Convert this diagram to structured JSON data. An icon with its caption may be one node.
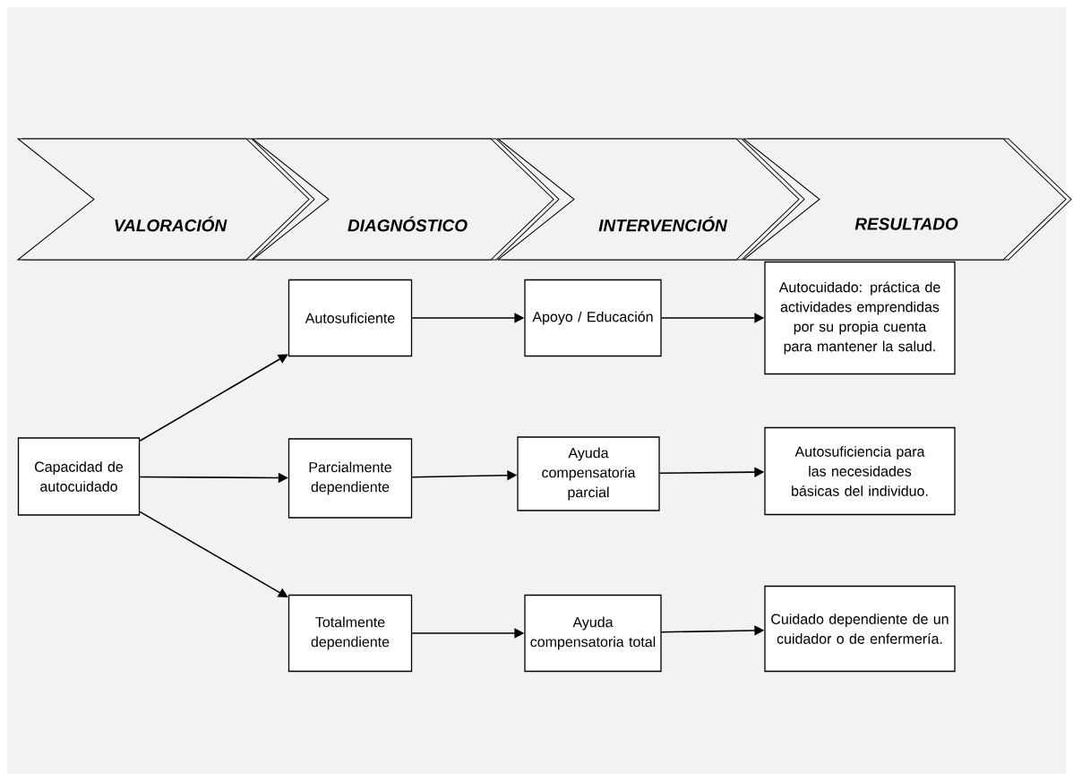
{
  "diagram": {
    "nodes": [
      {
        "text": [
          "VALORACIÓN"
        ]
      },
      {
        "text": [
          "DIAGNÓSTICO"
        ]
      },
      {
        "text": [
          "INTERVENCIÓN"
        ]
      },
      {
        "text": [
          "RESULTADO"
        ]
      },
      {
        "text": [
          "Capacidad de autocuidado"
        ]
      },
      {
        "text": [
          "Autosuficiente"
        ]
      },
      {
        "text": [
          "Parcialmente dependiente"
        ]
      },
      {
        "text": [
          "Totalmente dependiente"
        ]
      },
      {
        "text": [
          "Apoyo / Educación"
        ]
      },
      {
        "text": [
          "Ayuda compensatoria parcial"
        ]
      },
      {
        "text": [
          "Ayuda compensatoria total"
        ]
      },
      {
        "text": [
          "Autocuidado: práctica de actividades emprendidas por su propia cuenta para mantener la salud."
        ]
      },
      {
        "text": [
          "Autosuficiencia para las necesidades básicas del individuo."
        ]
      },
      {
        "text": [
          "Cuidado dependiente de un cuidador o de enfermería."
        ]
      }
    ],
    "edges": [
      {
        "from": 4,
        "to": 5,
        "arrow": "to"
      },
      {
        "from": 4,
        "to": 6,
        "arrow": "to"
      },
      {
        "from": 4,
        "to": 7,
        "arrow": "to"
      },
      {
        "from": 5,
        "to": 8,
        "arrow": "to"
      },
      {
        "from": 6,
        "to": 9,
        "arrow": "to"
      },
      {
        "from": 7,
        "to": 10,
        "arrow": "to"
      },
      {
        "from": 8,
        "to": 11,
        "arrow": "to"
      },
      {
        "from": 9,
        "to": 12,
        "arrow": "to"
      },
      {
        "from": 10,
        "to": 13,
        "arrow": "to"
      }
    ]
  }
}
